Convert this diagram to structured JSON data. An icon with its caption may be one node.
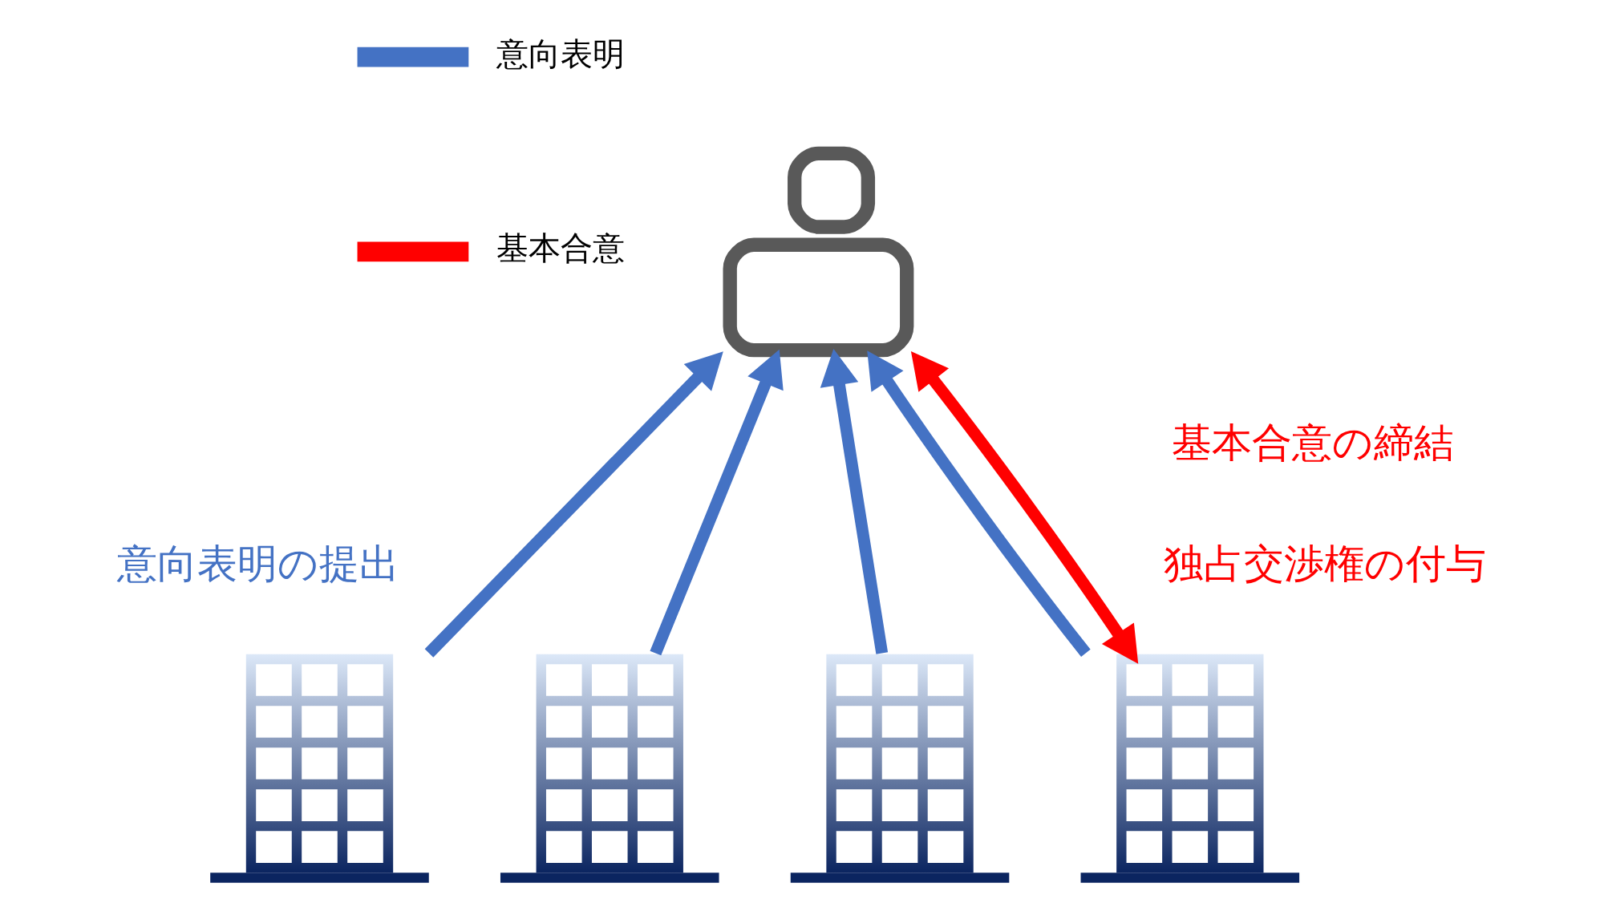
{
  "diagram": {
    "nodes": [
      {
        "text": [],
        "shape": "person"
      },
      {
        "text": [],
        "shape": "building"
      },
      {
        "text": [],
        "shape": "building"
      },
      {
        "text": [],
        "shape": "building"
      },
      {
        "text": [],
        "shape": "building"
      }
    ],
    "edges": [
      {
        "from": 1,
        "to": 0,
        "arrow": "to"
      },
      {
        "from": 2,
        "to": 0,
        "arrow": "to"
      },
      {
        "from": 3,
        "to": 0,
        "arrow": "to"
      },
      {
        "from": 4,
        "to": 0,
        "arrow": "to"
      },
      {
        "from": 0,
        "to": 4,
        "arrow": "both",
        "color": "#ff0000"
      }
    ],
    "labels": [
      "意向表明の提出",
      "基本合意の締結",
      "独占交渉権の付与"
    ],
    "legend": [
      {
        "text": "意向表明",
        "color": "#4472c4"
      },
      {
        "text": "基本合意",
        "color": "#ff0000"
      }
    ]
  }
}
